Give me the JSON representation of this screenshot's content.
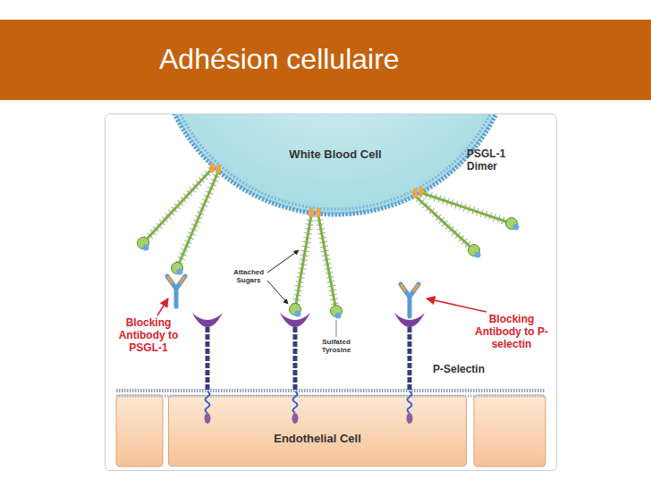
{
  "diagram": {
    "title": "Adhésion cellulaire",
    "nodes": [
      {
        "text": [
          "White Blood Cell"
        ]
      },
      {
        "text": [
          "Endothelial Cell"
        ]
      }
    ],
    "labels": [
      "PSGL-1 Dimer",
      "Attached Sugars",
      "Sulfated Tyrosine",
      "Blocking Antibody to PSGL-1",
      "Blocking Antibody to P-selectin",
      "P-Selectin"
    ]
  }
}
